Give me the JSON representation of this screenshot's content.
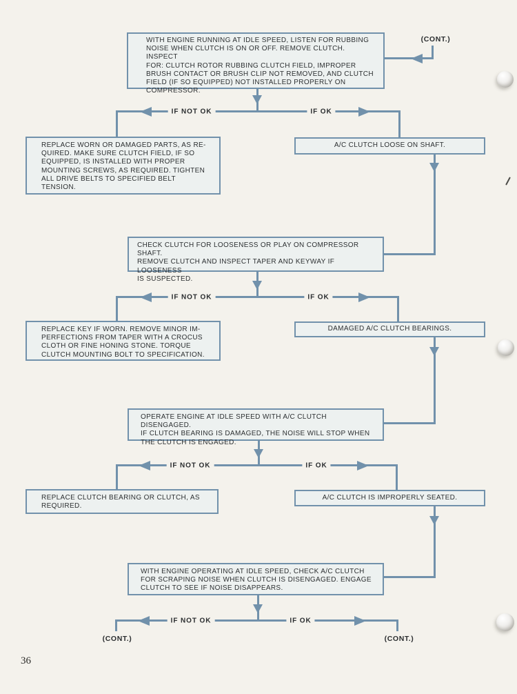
{
  "page": {
    "number": "36"
  },
  "colors": {
    "paper": "#f4f2ec",
    "line_blue": "#7191ab",
    "box_fill": "#edf1f0",
    "text_ink": "#2d3032"
  },
  "labels": {
    "if_not_ok": "IF NOT OK",
    "if_ok": "IF OK",
    "cont": "(CONT.)"
  },
  "nodes": {
    "start": {
      "text": "WITH ENGINE RUNNING AT IDLE SPEED, LISTEN FOR RUBBING\nNOISE WHEN CLUTCH IS ON OR OFF.  REMOVE CLUTCH. INSPECT\nFOR:  CLUTCH ROTOR RUBBING CLUTCH FIELD, IMPROPER\nBRUSH CONTACT OR BRUSH CLIP NOT REMOVED, AND CLUTCH\nFIELD (IF SO EQUIPPED) NOT INSTALLED PROPERLY ON\nCOMPRESSOR."
    },
    "replace_parts": {
      "text": "REPLACE WORN OR DAMAGED PARTS, AS RE-\nQUIRED. MAKE SURE CLUTCH FIELD, IF SO\nEQUIPPED, IS INSTALLED WITH PROPER\nMOUNTING SCREWS, AS REQUIRED. TIGHTEN\nALL DRIVE BELTS TO SPECIFIED BELT\nTENSION."
    },
    "clutch_loose": {
      "text": "A/C CLUTCH LOOSE ON SHAFT."
    },
    "check_looseness": {
      "text": "CHECK CLUTCH FOR LOOSENESS OR PLAY ON COMPRESSOR SHAFT.\nREMOVE CLUTCH AND INSPECT TAPER AND KEYWAY IF LOOSENESS\nIS SUSPECTED."
    },
    "replace_key": {
      "text": "REPLACE KEY IF WORN. REMOVE MINOR IM-\nPERFECTIONS FROM TAPER WITH A CROCUS\nCLOTH OR FINE HONING STONE.  TORQUE\nCLUTCH MOUNTING BOLT TO SPECIFICATION."
    },
    "damaged_bearings": {
      "text": "DAMAGED A/C CLUTCH BEARINGS."
    },
    "operate_engine": {
      "text": "OPERATE ENGINE AT IDLE SPEED WITH A/C CLUTCH DISENGAGED.\nIF CLUTCH BEARING IS DAMAGED, THE NOISE WILL STOP WHEN\nTHE CLUTCH IS ENGAGED."
    },
    "replace_bearing": {
      "text": "REPLACE CLUTCH BEARING OR CLUTCH, AS\nREQUIRED."
    },
    "improperly_seated": {
      "text": "A/C CLUTCH IS IMPROPERLY SEATED."
    },
    "check_scraping": {
      "text": "WITH ENGINE OPERATING AT IDLE SPEED, CHECK A/C CLUTCH\nFOR SCRAPING NOISE WHEN CLUTCH IS DISENGAGED.  ENGAGE\nCLUTCH TO SEE IF NOISE DISAPPEARS."
    }
  }
}
